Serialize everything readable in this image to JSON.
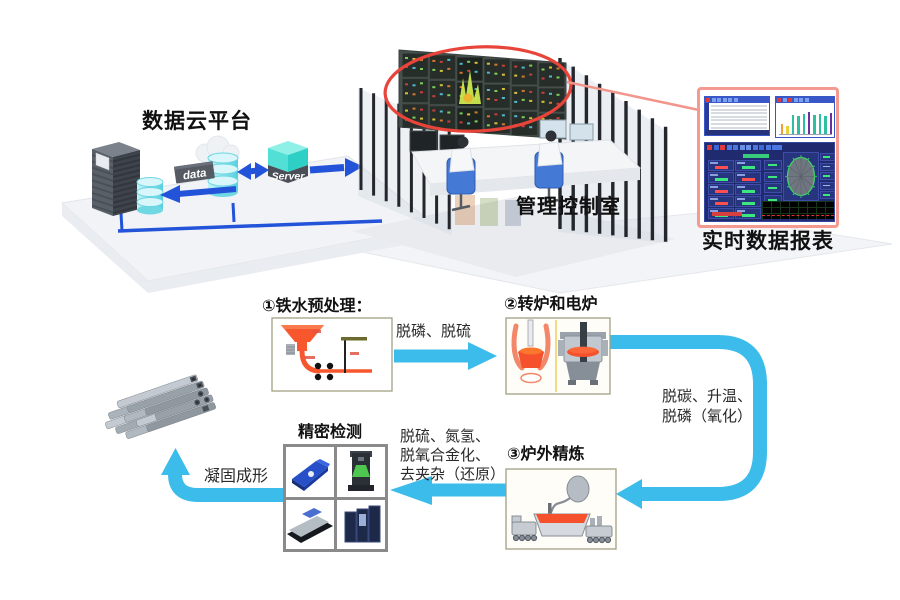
{
  "colors": {
    "flow_arrow": "#3cbcea",
    "platform_arrow_blue": "#2353d9",
    "highlight_red": "#e8443a",
    "panel_border": "#f59a90",
    "dashboard_navy": "#1f2b6e",
    "metric_red": "#ff5050",
    "metric_green": "#3ce87e"
  },
  "cloud_platform": {
    "title": "数据云平台",
    "data_label": "data",
    "server_label": "Server"
  },
  "control_room": {
    "title": "管理控制室"
  },
  "report_panel": {
    "title": "实时数据报表",
    "bar_chart": {
      "type": "bar",
      "bars": [
        {
          "color": "#f0a030",
          "h": 36
        },
        {
          "color": "#e8d23a",
          "h": 28
        },
        {
          "color": "#2fbfa0",
          "h": 72
        },
        {
          "color": "#2fbfa0",
          "h": 68
        },
        {
          "color": "#2fbfa0",
          "h": 74
        },
        {
          "color": "#6b2f9e",
          "h": 80
        },
        {
          "color": "#2fbfa0",
          "h": 70
        },
        {
          "color": "#2fbfa0",
          "h": 74
        },
        {
          "color": "#2fbfa0",
          "h": 66
        },
        {
          "color": "#6b2f9e",
          "h": 76
        }
      ]
    },
    "metrics_pattern": [
      [
        "red",
        "green"
      ],
      [
        "green",
        "red"
      ],
      [
        "red",
        "green"
      ],
      [
        "red",
        "green"
      ],
      [
        "green",
        "green"
      ]
    ]
  },
  "flow": {
    "step1_title": "①铁水预处理：",
    "arrow1_label": "脱磷、脱硫",
    "step2_title": "②转炉和电炉",
    "curve_label_line1": "脱碳、升温、",
    "curve_label_line2": "脱磷（氧化）",
    "step3_title": "③炉外精炼",
    "arrow3_label_line1": "脱硫、氮氢、",
    "arrow3_label_line2": "脱氧合金化、",
    "arrow3_label_line3": "去夹杂（还原）",
    "inspection_title": "精密检测",
    "forming_label": "凝固成形"
  }
}
